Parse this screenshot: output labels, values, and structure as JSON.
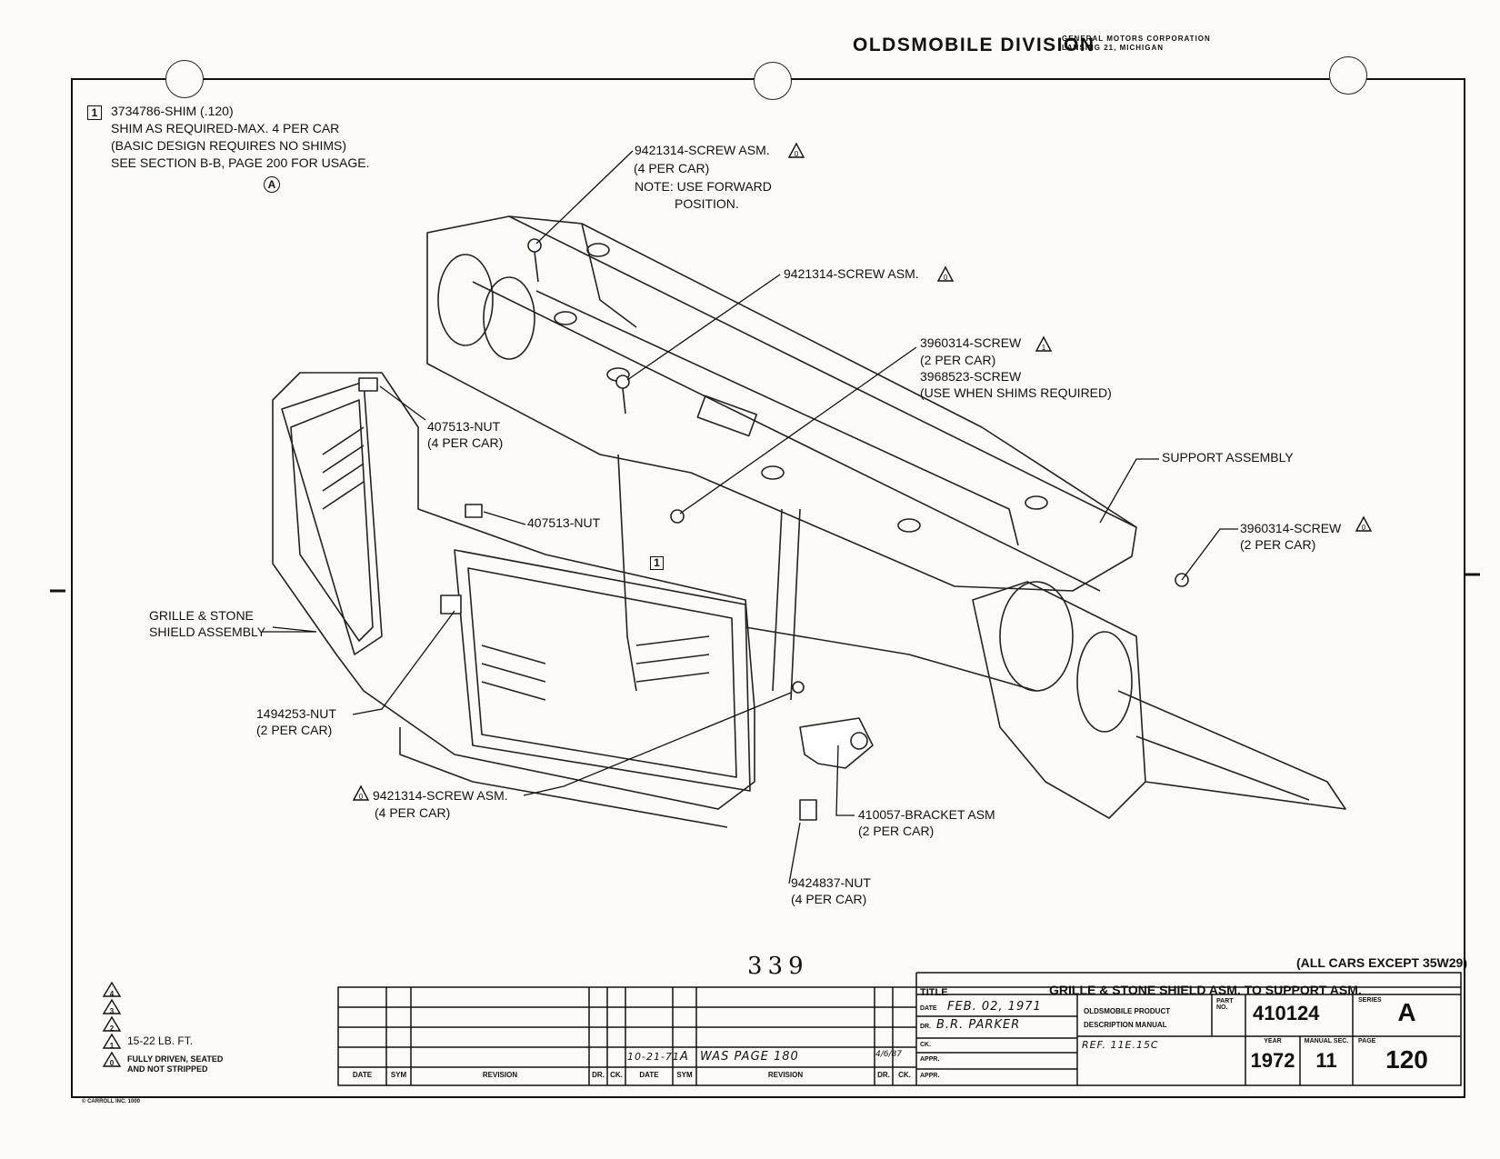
{
  "header": {
    "division": "OLDSMOBILE DIVISION",
    "corp_line1": "GENERAL MOTORS CORPORATION",
    "corp_line2": "LANSING 21, MICHIGAN"
  },
  "shim_note": {
    "marker": "1",
    "line1": "3734786-SHIM (.120)",
    "line2": "SHIM AS REQUIRED-MAX. 4 PER CAR",
    "line3": "(BASIC DESIGN REQUIRES NO SHIMS)",
    "line4": "SEE SECTION B-B, PAGE 200 FOR USAGE.",
    "circle": "A"
  },
  "callouts": {
    "screw_top_1": "9421314-SCREW ASM.",
    "screw_top_1_qty": "(4 PER CAR)",
    "screw_top_1_note1": "NOTE: USE FORWARD",
    "screw_top_1_note2": "POSITION.",
    "screw_top_2": "9421314-SCREW ASM.",
    "screw_3960_a": "3960314-SCREW",
    "screw_3960_a_qty": "(2 PER CAR)",
    "screw_3968": "3968523-SCREW",
    "screw_3968_note": "(USE WHEN SHIMS REQUIRED)",
    "nut_407513_a": "407513-NUT",
    "nut_407513_a_qty": "(4 PER CAR)",
    "support": "SUPPORT ASSEMBLY",
    "nut_407513_b": "407513-NUT",
    "screw_3960_b": "3960314-SCREW",
    "screw_3960_b_qty": "(2 PER CAR)",
    "grille_1": "GRILLE & STONE",
    "grille_2": "SHIELD ASSEMBLY",
    "nut_1494253": "1494253-NUT",
    "nut_1494253_qty": "(2 PER CAR)",
    "screw_bottom": "9421314-SCREW ASM.",
    "screw_bottom_qty": "(4 PER CAR)",
    "bracket": "410057-BRACKET ASM",
    "bracket_qty": "(2 PER CAR)",
    "nut_9424837": "9424837-NUT",
    "nut_9424837_qty": "(4 PER CAR)",
    "box1_marker": "1",
    "delta_0": "0"
  },
  "page_number_hand": "339",
  "applicability": "(ALL CARS EXCEPT 35W29)",
  "legend": {
    "markers": [
      "4",
      "3",
      "2",
      "1",
      "0"
    ],
    "torque": "15-22 LB. FT.",
    "fully_1": "FULLY DRIVEN, SEATED",
    "fully_2": "AND NOT STRIPPED"
  },
  "revision_table": {
    "headers": [
      "DATE",
      "SYM",
      "REVISION",
      "DR.",
      "CK.",
      "DATE",
      "SYM",
      "REVISION",
      "DR.",
      "CK."
    ],
    "entry_date": "10-21-71",
    "entry_sym": "A",
    "entry_revision": "WAS PAGE 180",
    "entry_dr": "4/6/87"
  },
  "title_block": {
    "title_label": "TITLE",
    "title": "GRILLE & STONE SHIELD ASM. TO SUPPORT ASM.",
    "date_label": "DATE",
    "date_value": "FEB. 02, 1971",
    "dr_label": "DR.",
    "dr_value": "B.R. PARKER",
    "ck_label": "CK.",
    "appr_label": "APPR.",
    "manual_1": "OLDSMOBILE PRODUCT",
    "manual_2": "DESCRIPTION MANUAL",
    "ref": "REF. 11E.15C",
    "part_label": "PART NO.",
    "part_no": "410124",
    "series_label": "SERIES",
    "series": "A",
    "year_label": "YEAR",
    "year": "1972",
    "manual_sec_label": "MANUAL SEC.",
    "manual_sec": "11",
    "page_label": "PAGE",
    "page": "120"
  },
  "copyright": "© CARROLL INC. 1000"
}
